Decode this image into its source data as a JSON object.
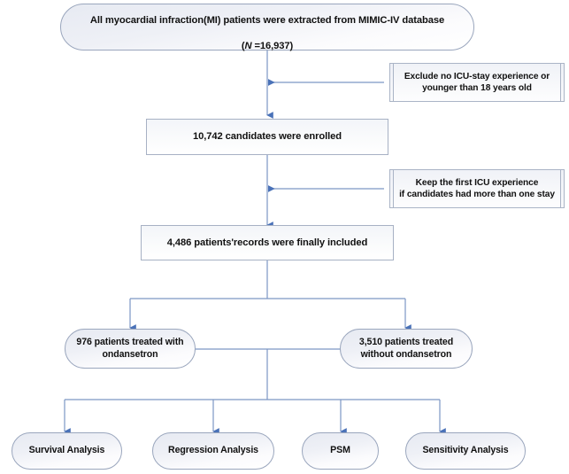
{
  "diagram": {
    "title": "MIMIC-IV myocardial infarction patient selection flowchart",
    "accent_color": "#4a72b8",
    "line_color": "#7c97c4",
    "node_border": "#9aa6bd",
    "text_color": "#111111",
    "background": "#ffffff"
  },
  "nodes": {
    "source": {
      "line1": "All myocardial infraction(MI) patients were extracted from MIMIC-IV database",
      "line2_prefix": "(",
      "line2_italic": "N",
      "line2_suffix": " =16,937)",
      "shape": "pill"
    },
    "exclude1": {
      "label": "Exclude no ICU-stay experience or\nyounger than 18 years old",
      "shape": "rect"
    },
    "enrolled": {
      "label": "10,742 candidates were enrolled",
      "shape": "rect"
    },
    "exclude2": {
      "label": "Keep the first ICU experience\nif candidates had more than one stay",
      "shape": "rect"
    },
    "included": {
      "label": "4,486 patients'records were finally included",
      "shape": "rect"
    },
    "treated": {
      "label": "976 patients treated with\nondansetron",
      "shape": "pill"
    },
    "untreated": {
      "label": "3,510 patients treated\nwithout ondansetron",
      "shape": "pill"
    },
    "analysis": [
      {
        "label": "Survival Analysis",
        "shape": "pill"
      },
      {
        "label": "Regression Analysis",
        "shape": "pill"
      },
      {
        "label": "PSM",
        "shape": "pill"
      },
      {
        "label": "Sensitivity Analysis",
        "shape": "pill"
      }
    ]
  },
  "chart_data": {
    "type": "flowchart",
    "title": "Patient selection flow",
    "stages": [
      {
        "id": "source",
        "text": "All myocardial infraction(MI) patients were extracted from MIMIC-IV database (N =16,937)",
        "count": 16937
      },
      {
        "id": "exclude1",
        "text": "Exclude no ICU-stay experience or younger than 18 years old",
        "count": null
      },
      {
        "id": "enrolled",
        "text": "10,742 candidates were enrolled",
        "count": 10742
      },
      {
        "id": "exclude2",
        "text": "Keep the first ICU experience if candidates had more than one stay",
        "count": null
      },
      {
        "id": "included",
        "text": "4,486 patients'records were finally included",
        "count": 4486
      },
      {
        "id": "treated",
        "text": "976 patients treated with ondansetron",
        "count": 976
      },
      {
        "id": "untreated",
        "text": "3,510 patients treated without ondansetron",
        "count": 3510
      },
      {
        "id": "survival",
        "text": "Survival Analysis",
        "count": null
      },
      {
        "id": "regression",
        "text": "Regression Analysis",
        "count": null
      },
      {
        "id": "psm",
        "text": "PSM",
        "count": null
      },
      {
        "id": "sensitivity",
        "text": "Sensitivity Analysis",
        "count": null
      }
    ],
    "edges": [
      {
        "from": "source",
        "to": "enrolled",
        "kind": "vertical-arrow"
      },
      {
        "from": "exclude1",
        "to": "source-enrolled-link",
        "kind": "horizontal-arrow-left"
      },
      {
        "from": "enrolled",
        "to": "included",
        "kind": "vertical-arrow"
      },
      {
        "from": "exclude2",
        "to": "enrolled-included-link",
        "kind": "horizontal-arrow-left"
      },
      {
        "from": "included",
        "to": "treated",
        "kind": "split-arrow"
      },
      {
        "from": "included",
        "to": "untreated",
        "kind": "split-arrow"
      },
      {
        "from": "treated-untreated",
        "to": "survival",
        "kind": "split-arrow"
      },
      {
        "from": "treated-untreated",
        "to": "regression",
        "kind": "split-arrow"
      },
      {
        "from": "treated-untreated",
        "to": "psm",
        "kind": "split-arrow"
      },
      {
        "from": "treated-untreated",
        "to": "sensitivity",
        "kind": "split-arrow"
      }
    ]
  }
}
